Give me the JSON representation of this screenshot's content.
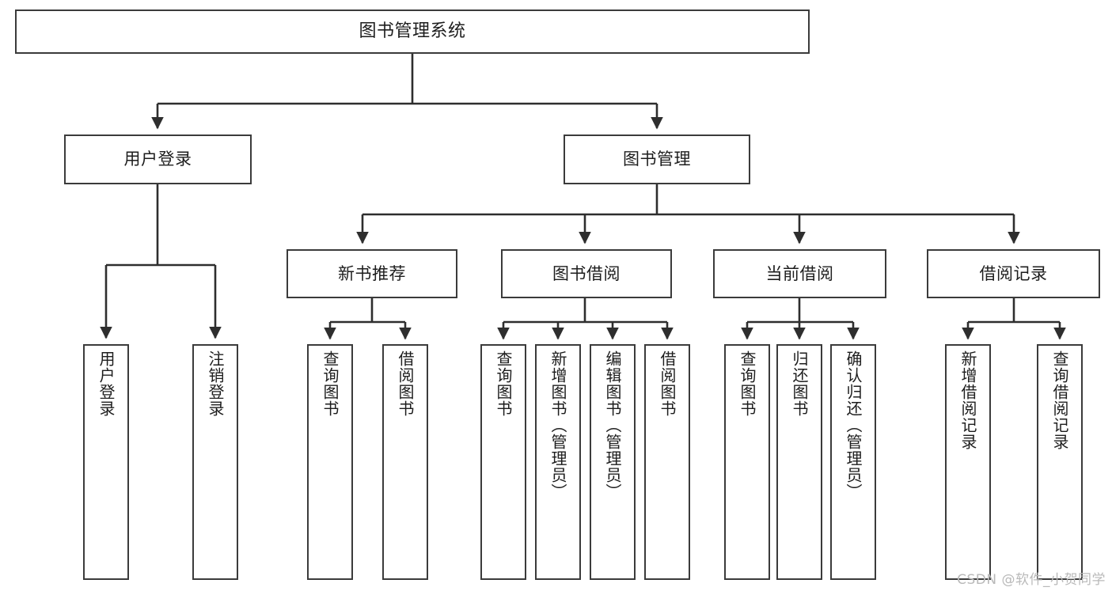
{
  "diagram": {
    "title": "图书管理系统",
    "type": "tree",
    "watermark": "CSDN @软件_小贺同学",
    "line_color": "#3b3b3b",
    "box_fill": "#ffffff",
    "box_border": "#3b3b3b",
    "watermark_color": "#b9b9b9",
    "nodes": {
      "root": "图书管理系统",
      "tier1": {
        "user_login": "用户登录",
        "book_manage": "图书管理"
      },
      "tier2": {
        "new_book_recommend": "新书推荐",
        "book_borrow": "图书借阅",
        "current_borrow": "当前借阅",
        "borrow_record": "借阅记录"
      },
      "leaves": {
        "user_login": [
          "用户登录",
          "注销登录"
        ],
        "new_book_recommend": [
          "查询图书",
          "借阅图书"
        ],
        "book_borrow": [
          "查询图书",
          "新增图书（管理员）",
          "编辑图书（管理员）",
          "借阅图书"
        ],
        "current_borrow": [
          "查询图书",
          "归还图书",
          "确认归还（管理员）"
        ],
        "borrow_record": [
          "新增借阅记录",
          "查询借阅记录"
        ]
      }
    }
  }
}
